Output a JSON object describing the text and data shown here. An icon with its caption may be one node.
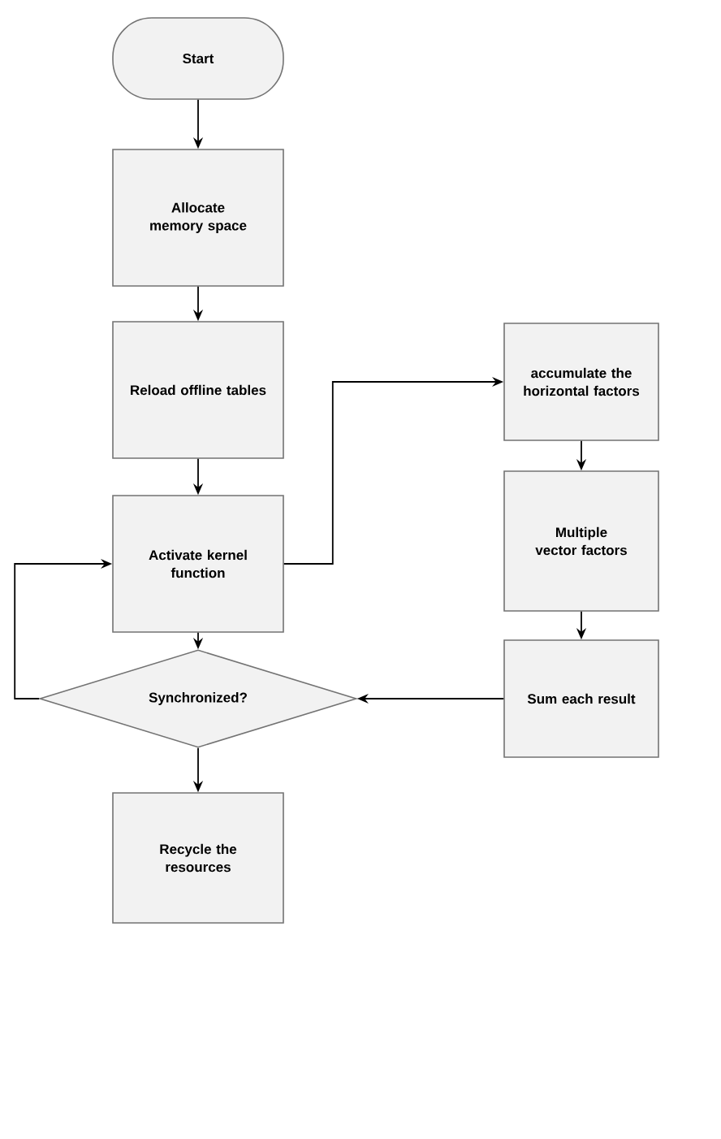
{
  "diagram": {
    "nodes": [
      {
        "text": [
          "Start"
        ]
      },
      {
        "text": [
          "Allocate memory space"
        ]
      },
      {
        "text": [
          "Reload offline tables"
        ]
      },
      {
        "text": [
          "Activate kernel function"
        ]
      },
      {
        "text": [
          "Synchronized?"
        ]
      },
      {
        "text": [
          "Recycle the resources"
        ]
      },
      {
        "text": [
          "accumulate the horizontal factors"
        ]
      },
      {
        "text": [
          "Multiple vector factors"
        ]
      },
      {
        "text": [
          "Sum each result"
        ]
      }
    ],
    "edges": [
      {
        "from": 0,
        "to": 1,
        "arrow": "to"
      },
      {
        "from": 1,
        "to": 2,
        "arrow": "to"
      },
      {
        "from": 2,
        "to": 3,
        "arrow": "to"
      },
      {
        "from": 3,
        "to": 4,
        "arrow": "to"
      },
      {
        "from": 4,
        "to": 5,
        "arrow": "to"
      },
      {
        "from": 3,
        "to": 6,
        "arrow": "to"
      },
      {
        "from": 6,
        "to": 7,
        "arrow": "to"
      },
      {
        "from": 7,
        "to": 8,
        "arrow": "to"
      },
      {
        "from": 8,
        "to": 4,
        "arrow": "to"
      },
      {
        "from": 4,
        "to": 3,
        "arrow": "to"
      }
    ]
  }
}
